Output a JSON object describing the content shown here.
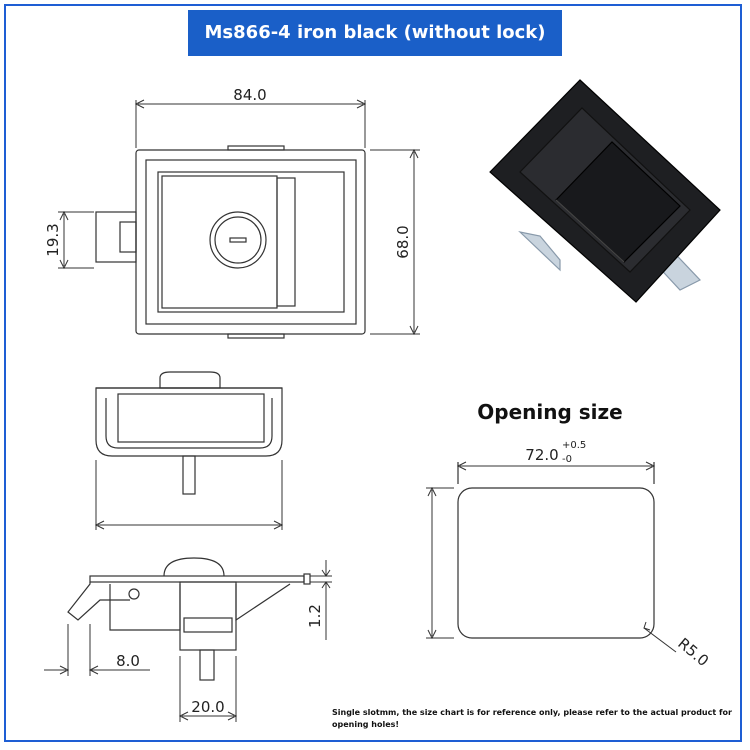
{
  "title": "Ms866-4 iron black (without lock)",
  "opening_title": "Opening size",
  "dimensions": {
    "width_84": "84.0",
    "height_68": "68.0",
    "left_19_3": "19.3",
    "opening_72": "72.0",
    "tol_plus": "+0.5",
    "tol_minus": "-0",
    "radius": "R5.0",
    "thick_1_2": "1.2",
    "offset_8": "8.0",
    "width_20": "20.0"
  },
  "note": "Single slotmm, the size chart is for reference only, please refer to the actual product for opening holes!",
  "colors": {
    "banner": "#1a5fc8",
    "frame": "#1e5ed4",
    "line": "#333333"
  }
}
